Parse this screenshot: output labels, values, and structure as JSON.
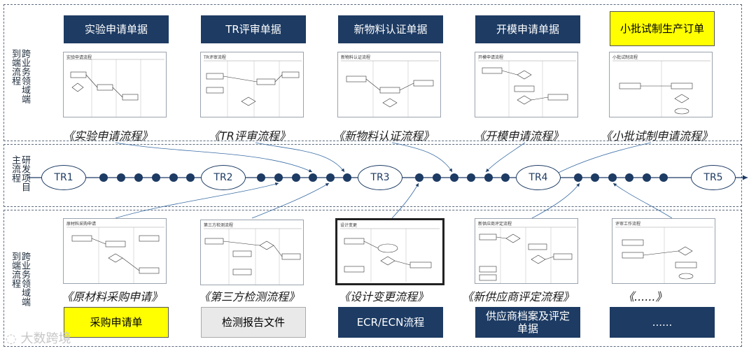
{
  "top_region_label": "跨业务领域端到端流程",
  "middle_region_label": "研发项目主流程",
  "bottom_region_label": "跨业务领域端到端流程",
  "top_docs": [
    "实验申请单据",
    "TR评审单据",
    "新物料认证单据",
    "开模申请单据",
    "小批试制生产订单"
  ],
  "top_thumbs": [
    "实验申请流程",
    "TR评审流程",
    "新物料认证流程",
    "开模申请流程",
    "小批试制流程"
  ],
  "top_captions": [
    "《实验申请流程》",
    "《TR评审流程》",
    "《新物料认证流程》",
    "《开模申请流程》",
    "《小批试制申请流程》"
  ],
  "tr_nodes": [
    "TR1",
    "TR2",
    "TR3",
    "TR4",
    "TR5"
  ],
  "bottom_thumbs": [
    "原材料采购申请",
    "第三方检测流程",
    "设计变更",
    "新供应商评定流程",
    "评审工作流程"
  ],
  "bottom_captions": [
    "《原材料采购申请》",
    "《第三方检测流程》",
    "《设计变更流程》",
    "《新供应商评定流程》",
    "《......》"
  ],
  "bottom_docs": [
    "采购申请单",
    "检测报告文件",
    "ECR/ECN流程",
    "供应商档案及评定单据",
    "......"
  ],
  "watermark": "大数跨境",
  "colors": {
    "navy": "#1d3b63",
    "yellow": "#ffff00",
    "gray": "#e9e9e9"
  }
}
